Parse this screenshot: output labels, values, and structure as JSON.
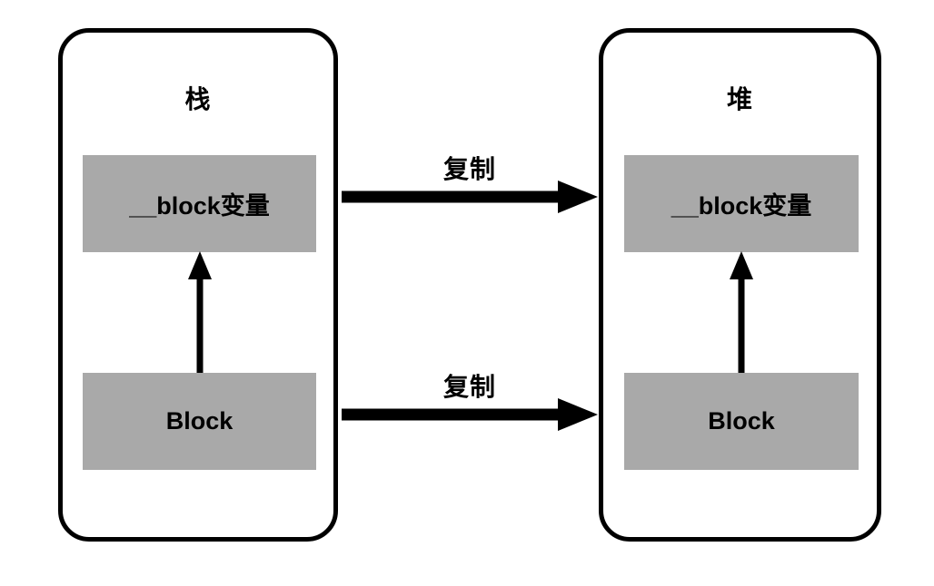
{
  "diagram": {
    "title_semantic": "block-copy-stack-to-heap",
    "background_color": "#ffffff",
    "box_fill_color": "#a9a9a9",
    "stroke_color": "#000000",
    "containers": [
      {
        "id": "stack",
        "title": "栈",
        "boxes": [
          {
            "id": "stack-blockvar",
            "label": "__block变量"
          },
          {
            "id": "stack-block",
            "label": "Block"
          }
        ],
        "internal_arrow": {
          "name": "block-to-blockvar-reference-arrow",
          "direction": "up",
          "label": ""
        }
      },
      {
        "id": "heap",
        "title": "堆",
        "boxes": [
          {
            "id": "heap-blockvar",
            "label": "__block变量"
          },
          {
            "id": "heap-block",
            "label": "Block"
          }
        ],
        "internal_arrow": {
          "name": "block-to-blockvar-reference-arrow",
          "direction": "up",
          "label": ""
        }
      }
    ],
    "connections": [
      {
        "id": "copy-blockvar",
        "label": "复制",
        "from": "stack-blockvar",
        "to": "heap-blockvar",
        "direction": "right"
      },
      {
        "id": "copy-block",
        "label": "复制",
        "from": "stack-block",
        "to": "heap-block",
        "direction": "right"
      }
    ]
  }
}
